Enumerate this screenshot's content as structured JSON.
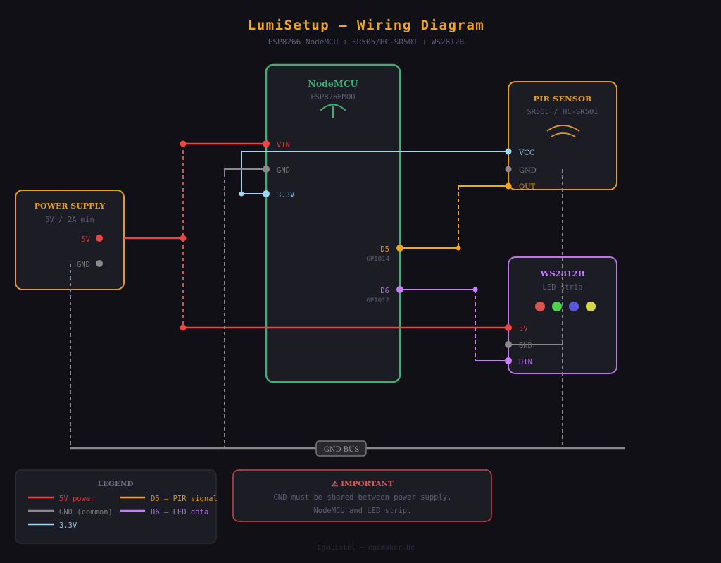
{
  "header": {
    "title": "LumiSetup — Wiring Diagram",
    "subtitle": "ESP8266 NodeMCU + SR505/HC-SR501 + WS2812B"
  },
  "colors": {
    "background": "#101016",
    "panel": "#1c1c24",
    "power_5v": "#ef4444",
    "gnd": "#8a8a8a",
    "v33": "#9fd6f5",
    "d5_pir": "#f0a623",
    "d6_led": "#c77dff",
    "nodemcu": "#3fae72",
    "pir_border": "#e59a22",
    "ws_border": "#b87ae0",
    "warning": "#e05252",
    "muted": "#5e5e78"
  },
  "nodemcu": {
    "title": "NodeMCU",
    "subtitle": "ESP8266MOD",
    "icon": "wifi-antenna-icon",
    "pins_left": [
      {
        "label": "VIN",
        "color": "power_5v"
      },
      {
        "label": "GND",
        "color": "gnd"
      },
      {
        "label": "3.3V",
        "color": "v33"
      }
    ],
    "pins_right": [
      {
        "label": "D5",
        "sub": "GPIO14",
        "color": "d5_pir"
      },
      {
        "label": "D6",
        "sub": "GPIO12",
        "color": "d6_led"
      }
    ]
  },
  "pir": {
    "title": "PIR SENSOR",
    "subtitle": "SR505 / HC-SR501",
    "icon": "motion-wave-icon",
    "pins": [
      {
        "label": "VCC"
      },
      {
        "label": "GND"
      },
      {
        "label": "OUT"
      }
    ]
  },
  "power_supply": {
    "title": "POWER SUPPLY",
    "subtitle": "5V / 2A min",
    "pins": [
      {
        "label": "5V"
      },
      {
        "label": "GND"
      }
    ]
  },
  "ws2812b": {
    "title": "WS2812B",
    "subtitle": "LED strip",
    "leds": [
      "#d9534f",
      "#4cd44c",
      "#5858d8",
      "#d6d64a"
    ],
    "pins": [
      {
        "label": "5V"
      },
      {
        "label": "GND"
      },
      {
        "label": "DIN"
      }
    ]
  },
  "gnd_bus": {
    "label": "GND BUS"
  },
  "legend": {
    "title": "LEGEND",
    "items": [
      {
        "label": "5V power",
        "color": "power_5v"
      },
      {
        "label": "D5 — PIR signal",
        "color": "d5_pir"
      },
      {
        "label": "GND (common)",
        "color": "gnd"
      },
      {
        "label": "D6 — LED data",
        "color": "d6_led"
      },
      {
        "label": "3.3V",
        "color": "v33"
      }
    ]
  },
  "warning": {
    "icon": "warning-triangle-icon",
    "title": "⚠ IMPORTANT",
    "line1": "GND must be shared between power supply,",
    "line2": "NodeMCU and LED strip."
  },
  "footer": {
    "text": "Egalistel — egamaker.be"
  }
}
